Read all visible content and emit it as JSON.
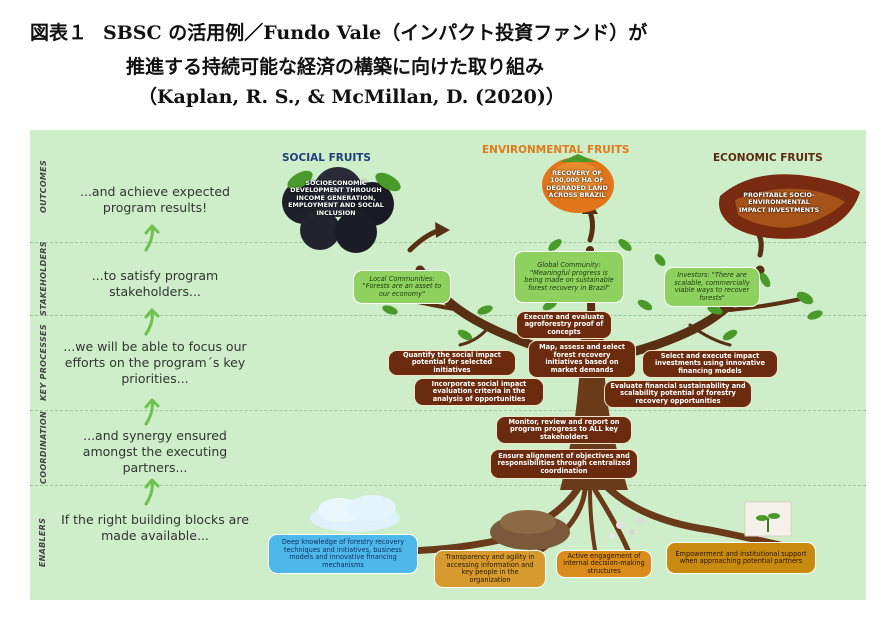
{
  "caption": {
    "fig_label": "図表１",
    "line1": "SBSC の活用例／Fundo Vale（インパクト投資ファンド）が",
    "line2": "推進する持続可能な経済の構築に向けた取り組み",
    "line3": "（Kaplan, R. S., & McMillan, D. (2020)）"
  },
  "rows": [
    {
      "label": "OUTCOMES",
      "text": "...and achieve expected program results!"
    },
    {
      "label": "STAKEHOLDERS",
      "text": "...to satisfy program stakeholders..."
    },
    {
      "label": "KEY PROCESSES",
      "text": "...we will be able to focus our efforts on the program´s key priorities..."
    },
    {
      "label": "COORDINATION",
      "text": "...and synergy ensured amongst the executing partners..."
    },
    {
      "label": "ENABLERS",
      "text": "If the right building blocks are made available..."
    }
  ],
  "headings": {
    "social": "SOCIAL FRUITS",
    "environmental": "ENVIRONMENTAL FRUITS",
    "economic": "ECONOMIC FRUITS"
  },
  "fruits": {
    "social": "SOCIOECONOMIC DEVELOPMENT THROUGH INCOME GENERATION, EMPLOYMENT AND SOCIAL INCLUSION",
    "environmental": "RECOVERY OF 100,000 HA OF DEGRADED LAND ACROSS BRAZIL",
    "economic": "PROFITABLE SOCIO-ENVIRONMENTAL IMPACT INVESTMENTS"
  },
  "stakeholders": {
    "local": "Local Communities: \"Forests are an asset to our economy\"",
    "global": "Global Community: \"Meaningful progress is being made on sustainable forest recovery in Brazil\"",
    "investors": "Investors: \"There are scalable, commercially viable ways to recover forests\""
  },
  "processes": {
    "p1": "Execute and evaluate agroforestry proof of concepts",
    "p2": "Map, assess and select forest recovery initiatives based on market demands",
    "p3": "Quantify the social impact potential for selected initiatives",
    "p4": "Incorporate social impact evaluation criteria in the analysis of opportunities",
    "p5": "Select and execute impact investments using innovative financing models",
    "p6": "Evaluate financial sustainability and scalability potential of forestry recovery opportunities"
  },
  "coordination": {
    "c1": "Monitor, review and report on program progress to ALL key stakeholders",
    "c2": "Ensure alignment of objectives and responsibilities through centralized coordination"
  },
  "enablers": {
    "e1": "Deep knowledge of forestry recovery techniques and initiatives, business models and innovative financing mechanisms",
    "e2": "Transparency and agility in accessing information and key people in the organization",
    "e3": "Active engagement of internal decision-making structures",
    "e4": "Empowerment and institutional support when approaching potential partners"
  },
  "colors": {
    "panel": "#cdeec8",
    "social_heading": "#1f3d7a",
    "environmental_heading": "#e07a1a",
    "economic_heading": "#5a2a10",
    "trunk": "#6b3a1a",
    "pill_brown": "#6b2b0e"
  }
}
